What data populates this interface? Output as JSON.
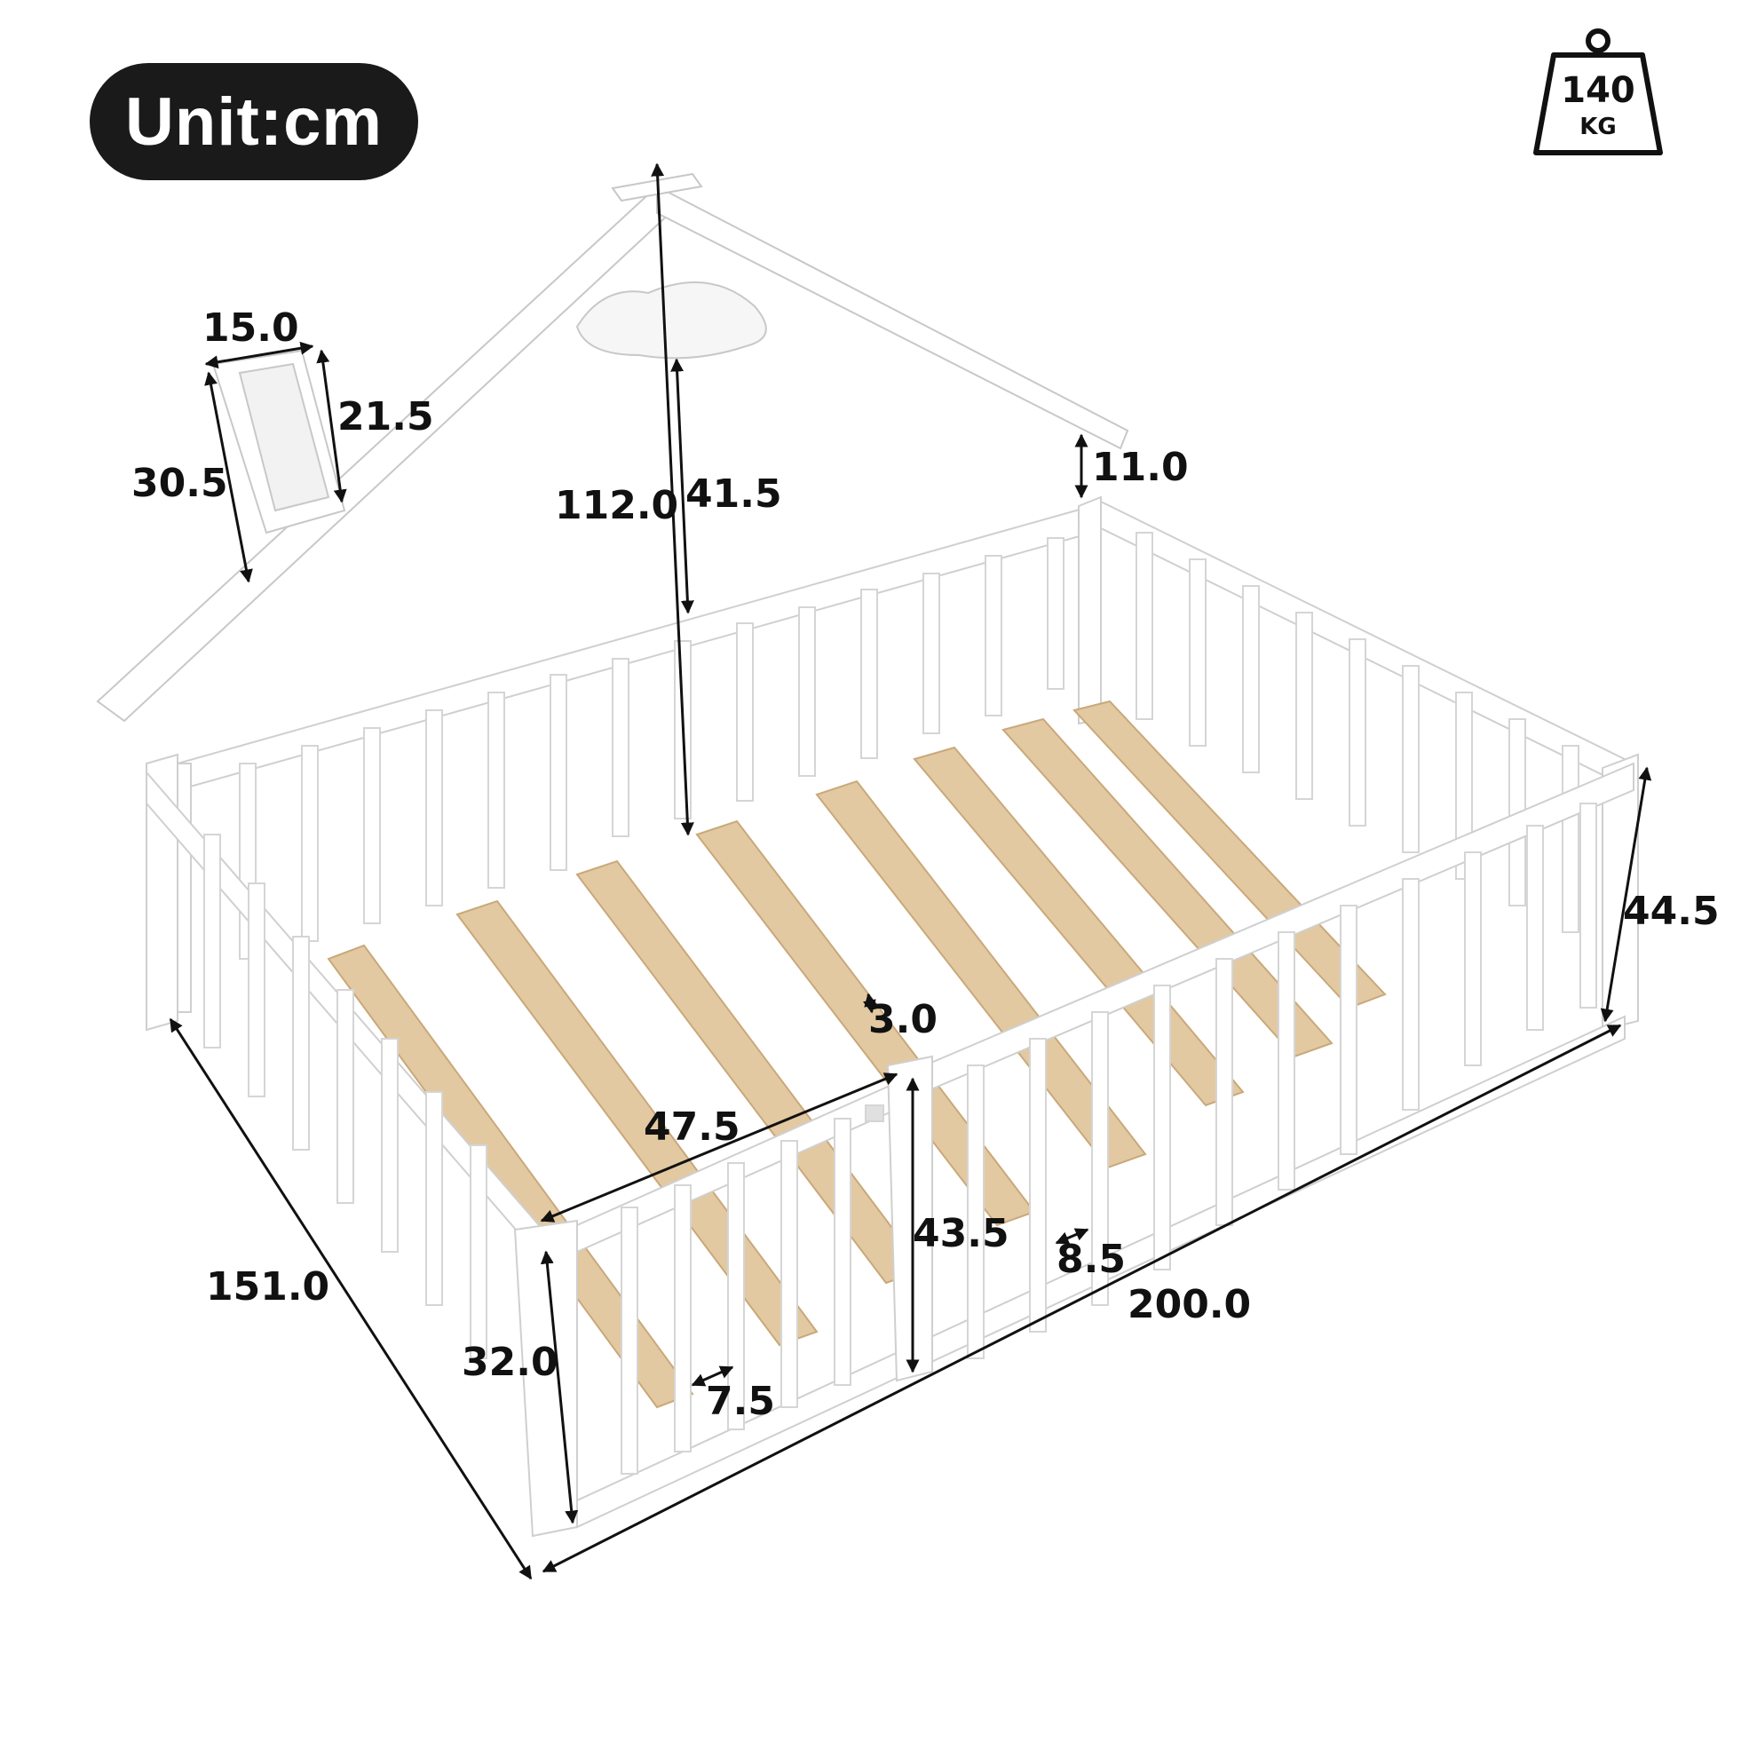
{
  "unit_badge": "Unit:cm",
  "weight": {
    "value": "140",
    "unit": "KG",
    "icon": "weight-icon"
  },
  "dimensions": {
    "roof_chimney_width": "15.0",
    "chimney_inner_height": "21.5",
    "chimney_height": "30.5",
    "total_height": "112.0",
    "roof_height": "41.5",
    "post_top": "11.0",
    "rail_height": "44.5",
    "slat_gap": "3.0",
    "gate_width": "47.5",
    "gate_post_height": "43.5",
    "bar_gap_side": "8.5",
    "length": "200.0",
    "width": "151.0",
    "gate_height": "32.0",
    "bar_gap_gate": "7.5"
  },
  "colors": {
    "frame": "#ffffff",
    "frame_edge": "#d0d0d0",
    "slat": "#e3c9a1",
    "slat_edge": "#c9a87a",
    "arrow": "#111111"
  }
}
